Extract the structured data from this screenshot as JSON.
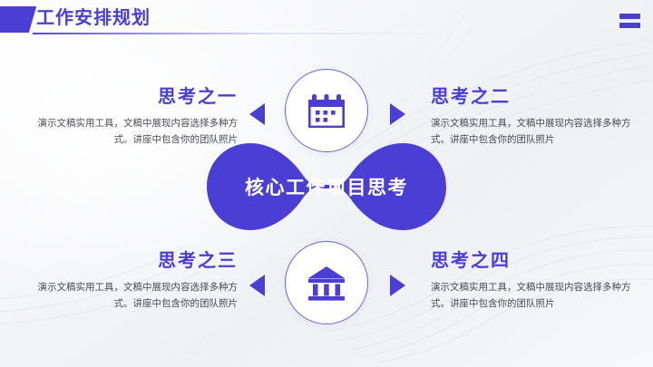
{
  "header": {
    "title": "工作安排规划",
    "accent_color": "#4a3ed4",
    "menu_icon": "equals-menu-icon"
  },
  "center": {
    "label": "核心工作项目思考",
    "shape_color": "#4a3ed4",
    "text_color": "#ffffff"
  },
  "icons": {
    "top": {
      "name": "calendar-icon",
      "color": "#4a3ed4"
    },
    "bottom": {
      "name": "bank-building-icon",
      "color": "#4a3ed4"
    }
  },
  "arrows": {
    "top_left": "arrow-left-icon",
    "top_right": "arrow-right-icon",
    "bottom_left": "arrow-left-icon",
    "bottom_right": "arrow-right-icon"
  },
  "quadrants": [
    {
      "id": "thought-one",
      "title": "思考之一",
      "body": "演示文稿实用工具，文稿中展现内容选择多种方式。讲座中包含你的团队照片"
    },
    {
      "id": "thought-two",
      "title": "思考之二",
      "body": "演示文稿实用工具，文稿中展现内容选择多种方式。讲座中包含你的团队照片"
    },
    {
      "id": "thought-three",
      "title": "思考之三",
      "body": "演示文稿实用工具，文稿中展现内容选择多种方式。讲座中包含你的团队照片"
    },
    {
      "id": "thought-four",
      "title": "思考之四",
      "body": "演示文稿实用工具，文稿中展现内容选择多种方式。讲座中包含你的团队照片"
    }
  ],
  "theme": {
    "accent": "#4a3ed4",
    "background": "#f4f5f8",
    "body_text": "#4b4b55"
  }
}
